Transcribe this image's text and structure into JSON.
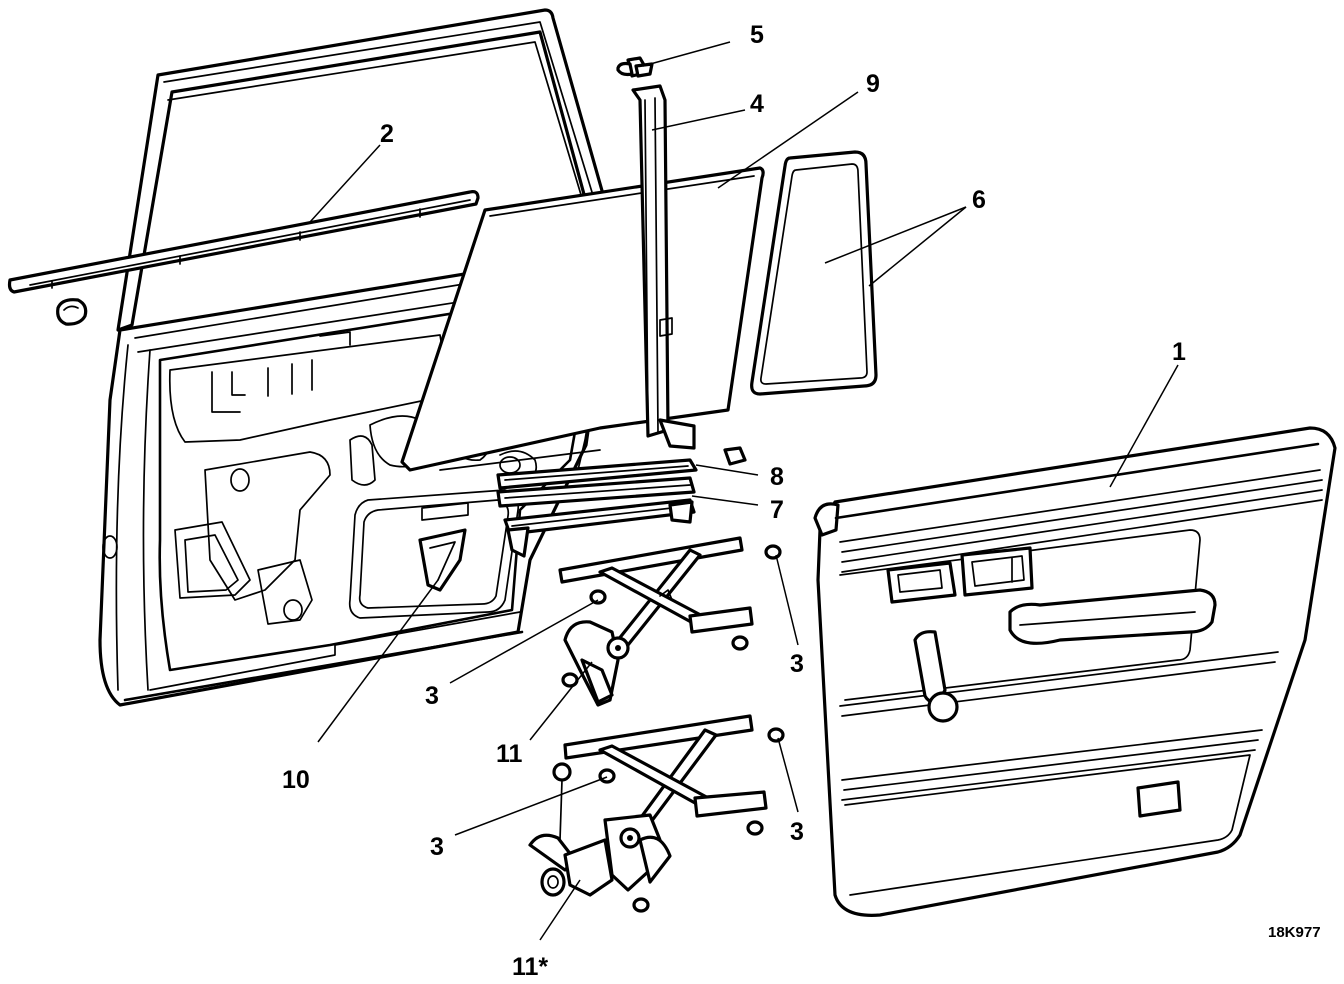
{
  "callouts": {
    "c1": "1",
    "c2": "2",
    "c3a": "3",
    "c3b": "3",
    "c3c": "3",
    "c3d": "3",
    "c4": "4",
    "c5": "5",
    "c6": "6",
    "c7": "7",
    "c8": "8",
    "c9": "9",
    "c10": "10",
    "c11": "11",
    "c11b": "11*"
  },
  "drawing_code": "18K977"
}
